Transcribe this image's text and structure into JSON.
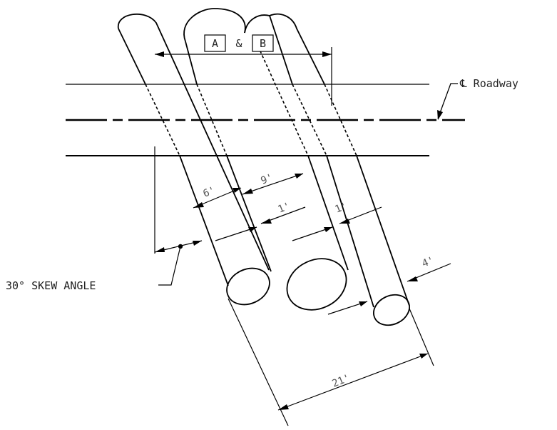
{
  "labels": {
    "culvert_a": "A",
    "ampersand": "&",
    "culvert_b": "B",
    "roadway": "℄ Roadway",
    "skew_angle": "30° SKEW ANGLE"
  },
  "dimensions": {
    "spacing_6": "6'",
    "spacing_9": "9'",
    "gap_1_left": "1'",
    "gap_1_right": "1'",
    "diameter_4": "4'",
    "overall_21": "21'"
  },
  "colors": {
    "line": "#000000",
    "dim_text": "#555555",
    "background": "#ffffff"
  }
}
